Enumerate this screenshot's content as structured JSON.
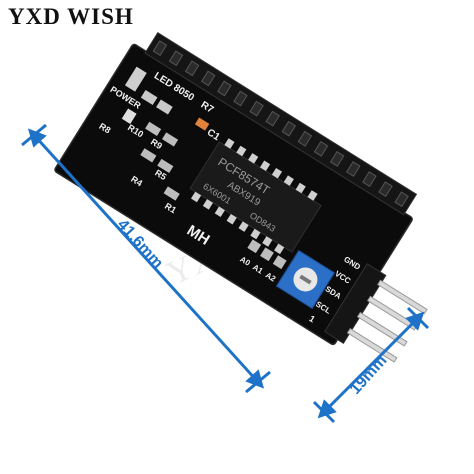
{
  "brand": "YXD WISH",
  "watermark": "YXD WISH",
  "dimensions": {
    "length": "41.6mm",
    "width": "19mm"
  },
  "board": {
    "chip": {
      "part": "PCF8574T",
      "line2": "ABX919",
      "line3": "6X6001",
      "line4": "OD843"
    },
    "labels": {
      "led": "LED 8050",
      "r7": "R7",
      "c1": "C1",
      "power": "POWER",
      "r10": "R10",
      "r8": "R8",
      "r9": "R9",
      "r5": "R5",
      "r4": "R4",
      "r1": "R1",
      "mh": "MH",
      "a0": "A0",
      "a1": "A1",
      "a2": "A2",
      "gnd": "GND",
      "vcc": "VCC",
      "sda": "SDA",
      "scl": "SCL",
      "one": "1"
    }
  },
  "colors": {
    "pcb": "#0b0b0b",
    "header": "#141414",
    "pot": "#2b6fc6",
    "dimension": "#1e73c8"
  }
}
